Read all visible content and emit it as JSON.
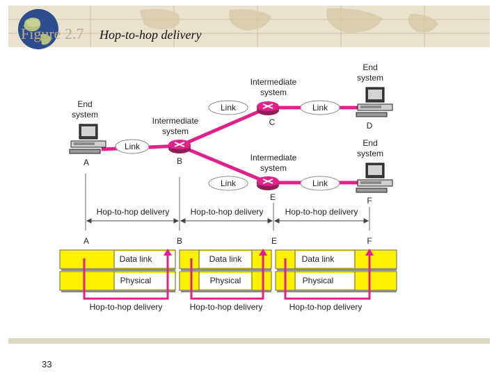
{
  "slide": {
    "figure_label": "Figure 2.7",
    "title": "Hop-to-hop delivery",
    "page_number": "33"
  },
  "colors": {
    "accent": "#e0218a",
    "layer_fill": "#fff200",
    "band": "#ddd6c3",
    "globe": "#2e4d8f"
  },
  "network": {
    "end_system_label": "End\nsystem",
    "intermediate_label": "Intermediate\nsystem",
    "link_label": "Link",
    "nodes": {
      "a": "A",
      "b": "B",
      "c": "C",
      "d": "D",
      "e": "E",
      "f": "F"
    }
  },
  "delivery": {
    "hop_label": "Hop-to-hop delivery",
    "stack_nodes": [
      "A",
      "B",
      "E",
      "F"
    ],
    "data_link": "Data link",
    "physical": "Physical"
  }
}
